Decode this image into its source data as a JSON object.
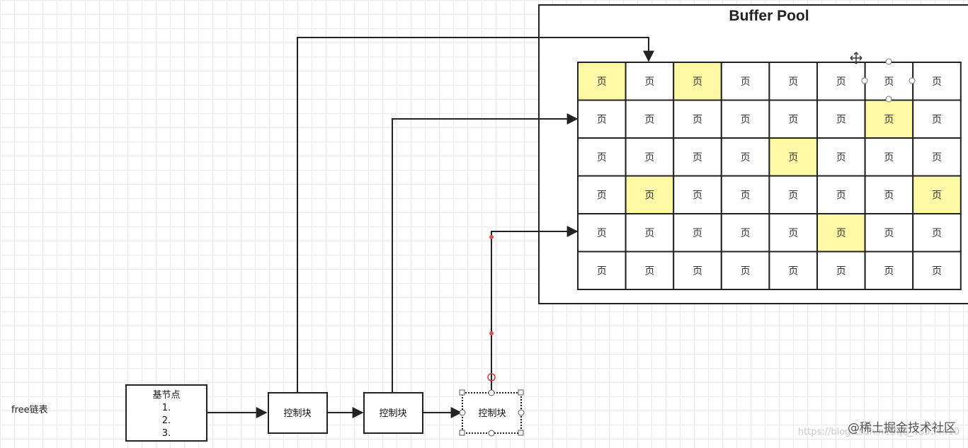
{
  "title": "Buffer Pool",
  "page_label": "页",
  "grid": {
    "rows": 6,
    "cols": 8,
    "highlighted": [
      [
        0,
        0
      ],
      [
        0,
        2
      ],
      [
        1,
        6
      ],
      [
        2,
        4
      ],
      [
        3,
        1
      ],
      [
        3,
        7
      ],
      [
        4,
        5
      ]
    ]
  },
  "side_label": "free链表",
  "base_node": {
    "title": "基节点",
    "items": [
      "1.",
      "2.",
      "3."
    ]
  },
  "control_blocks": [
    "控制块",
    "控制块",
    "控制块"
  ],
  "watermark": {
    "text": "@稀土掘金技术社区",
    "url": "https://blog.csdn.net/qq_43534410"
  },
  "colors": {
    "highlight": "#fff9a6",
    "line": "#222222",
    "selection_marker": "#e05050"
  }
}
